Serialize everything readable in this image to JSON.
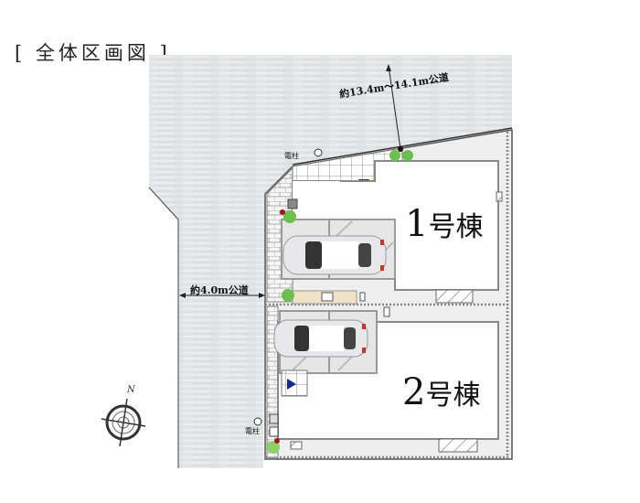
{
  "title": "[ 全体区画図 ]",
  "roads": {
    "top": "約13.4m～14.1m公道",
    "left": "約4.0m公道"
  },
  "utility_poles": [
    {
      "label": "電柱"
    },
    {
      "label": "電柱"
    }
  ],
  "units": [
    {
      "number": "1",
      "suffix": "号棟"
    },
    {
      "number": "2",
      "suffix": "号棟"
    }
  ],
  "compass": {
    "north_label": "N"
  },
  "colors": {
    "road": "#e4e5e7",
    "gravel": "#eeeeee",
    "wall": "#888888",
    "entrance_marker": "#1a2a8c",
    "plant": "#6cbf4f",
    "tile_beige": "#efe2c6"
  }
}
